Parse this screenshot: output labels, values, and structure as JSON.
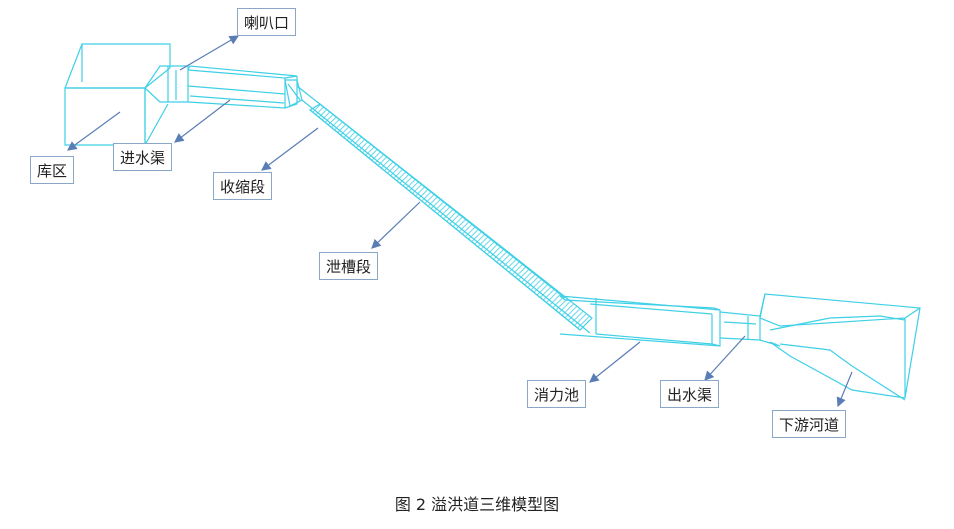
{
  "labels": {
    "intake": "喇叭口",
    "reservoir": "库区",
    "inlet_channel": "进水渠",
    "contraction": "收缩段",
    "chute": "泄槽段",
    "stilling_basin": "消力池",
    "outlet_channel": "出水渠",
    "downstream": "下游河道"
  },
  "caption": "图 2 溢洪道三维模型图",
  "colors": {
    "model": "#3fd0e6",
    "arrow": "#5a7db5",
    "border": "#8aa7c8"
  }
}
